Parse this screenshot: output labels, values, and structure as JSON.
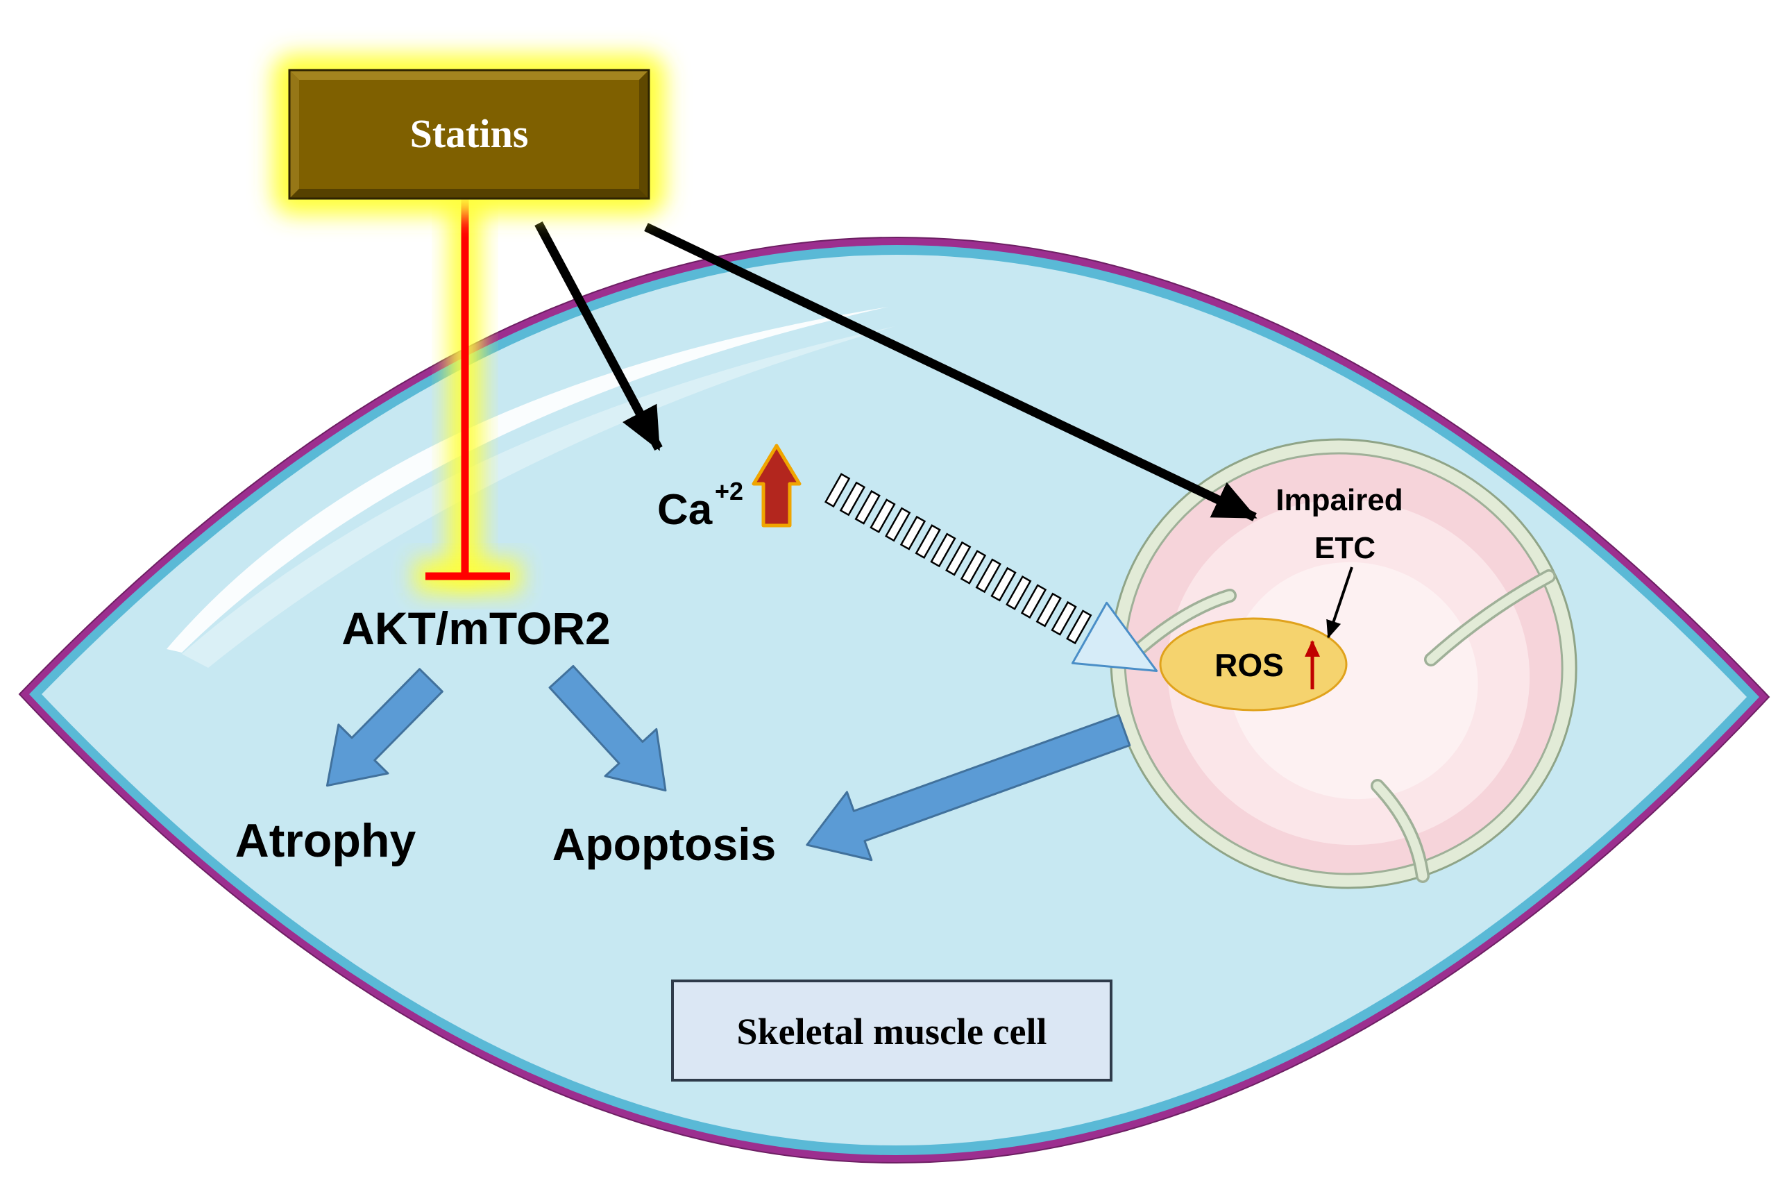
{
  "statins_box": {
    "label": "Statins"
  },
  "nodes": {
    "akt_mtor2": "AKT/mTOR2",
    "atrophy": "Atrophy",
    "apoptosis": "Apoptosis",
    "calcium": {
      "symbol": "Ca",
      "charge": "+2"
    },
    "impaired_etc": {
      "line1": "Impaired",
      "line2": "ETC"
    },
    "ros": "ROS"
  },
  "cell_label": "Skeletal muscle cell",
  "colors": {
    "statins_fill": "#7f6000",
    "glow": "#ffff3a",
    "inhibition_line": "#ff0000",
    "cell_membrane": "#9c2f8f",
    "cell_border": "#5ab9d6",
    "cell_fill": "#c7e8f2",
    "pathway_arrow": "#5b9bd5",
    "calcium_arrow": "#b3261e",
    "ros_fill": "#f5d36e",
    "mitochondrion_fill": "#f6d4da",
    "label_box_fill": "#dbe7f4"
  }
}
